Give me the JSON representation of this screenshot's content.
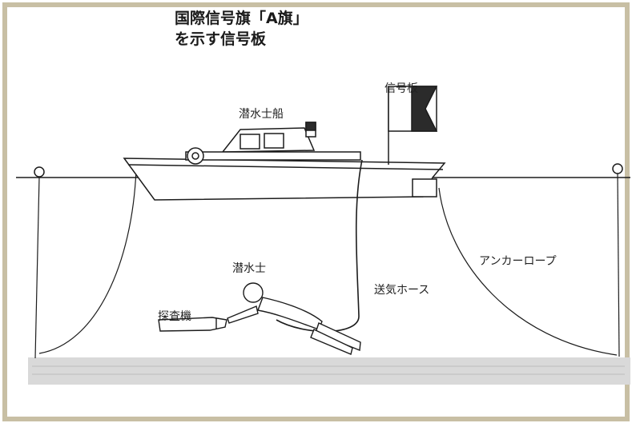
{
  "caption": {
    "line1": "国際信号旗「A旗」",
    "line2": "を示す信号板"
  },
  "labels": {
    "signal_board": "信号板",
    "diver_boat": "潜水士船",
    "diver": "潜水士",
    "air_hose": "送気ホース",
    "anchor_rope": "アンカーロープ",
    "probe": "探査機"
  },
  "colors": {
    "frame": "#c8bfa4",
    "ink": "#1c1c1c",
    "flag_dark": "#2b2b2b",
    "seabed": "#d8d8d8"
  }
}
